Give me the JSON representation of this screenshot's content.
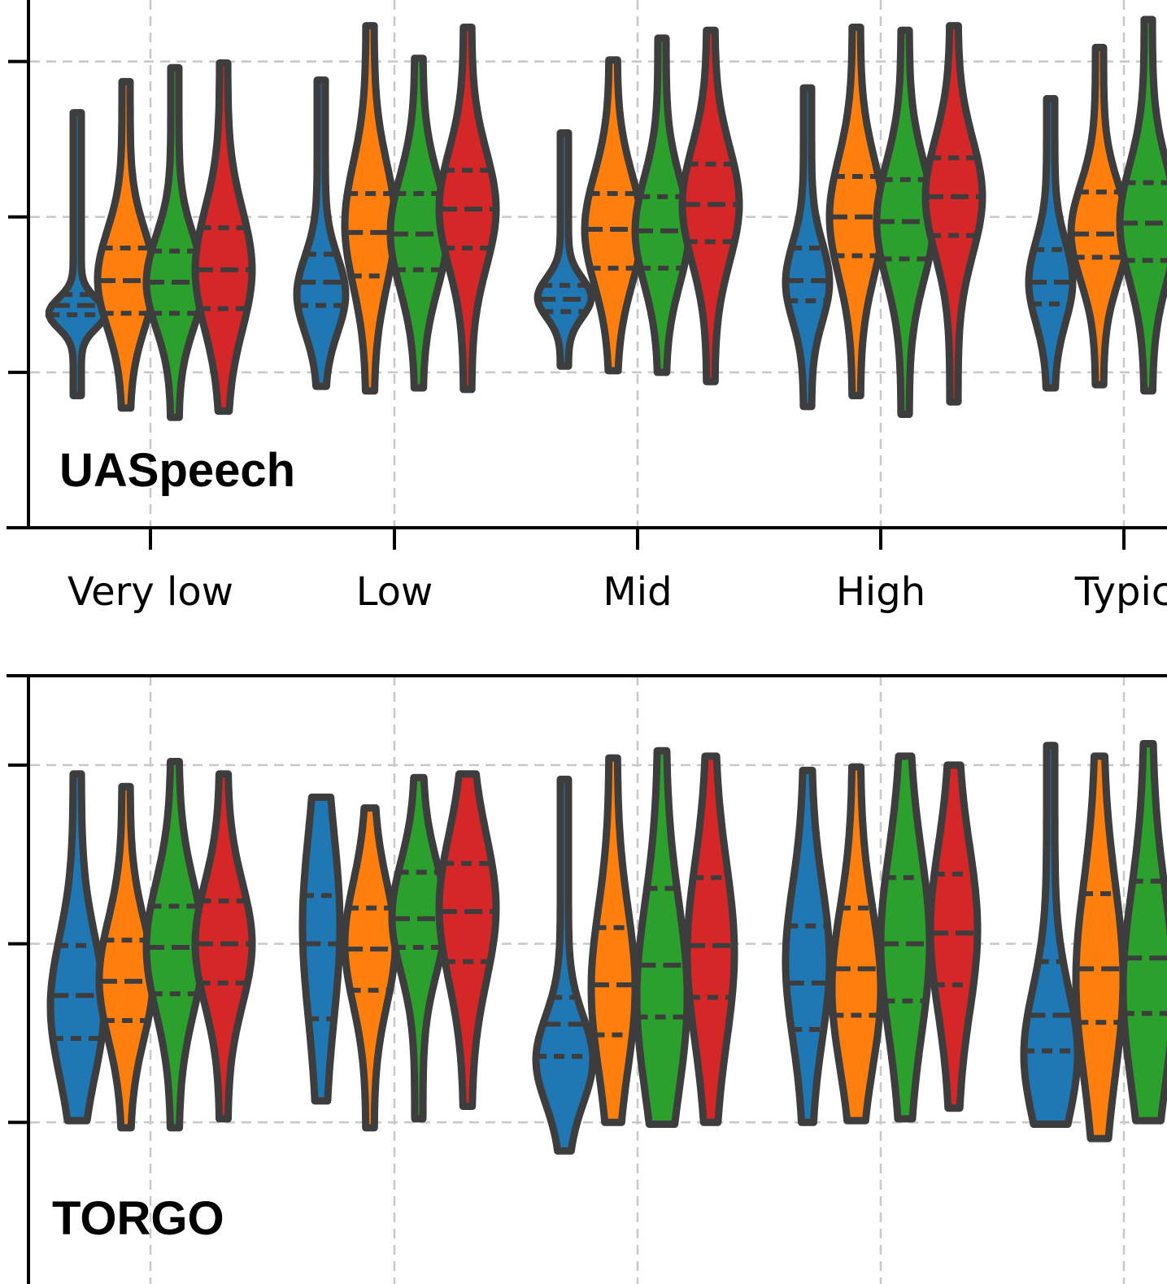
{
  "chart_data": {
    "type": "violin",
    "categories": [
      "Very low",
      "Low",
      "Mid",
      "High",
      "Typic"
    ],
    "colors": [
      "#1f77b4",
      "#ff7f0e",
      "#2ca02c",
      "#d62728"
    ],
    "grid": true,
    "panels": [
      {
        "label": "UASpeech",
        "ylim": [
          -1.0,
          2.5
        ],
        "groups": [
          [
            {
              "min": -0.15,
              "max": 1.67,
              "q1": 0.37,
              "median": 0.43,
              "q3": 0.5,
              "peak": 0.38,
              "width": 30
            },
            {
              "min": -0.23,
              "max": 1.87,
              "q1": 0.38,
              "median": 0.59,
              "q3": 0.8,
              "peak": 0.6,
              "width": 30
            },
            {
              "min": -0.29,
              "max": 1.96,
              "q1": 0.38,
              "median": 0.58,
              "q3": 0.78,
              "peak": 0.58,
              "width": 30
            },
            {
              "min": -0.25,
              "max": 1.99,
              "q1": 0.41,
              "median": 0.66,
              "q3": 0.93,
              "peak": 0.66,
              "width": 30
            }
          ],
          [
            {
              "min": -0.09,
              "max": 1.88,
              "q1": 0.43,
              "median": 0.58,
              "q3": 0.76,
              "peak": 0.5,
              "width": 25
            },
            {
              "min": -0.12,
              "max": 2.23,
              "q1": 0.62,
              "median": 0.9,
              "q3": 1.15,
              "peak": 0.95,
              "width": 26
            },
            {
              "min": -0.1,
              "max": 2.02,
              "q1": 0.66,
              "median": 0.89,
              "q3": 1.15,
              "peak": 0.9,
              "width": 30
            },
            {
              "min": -0.11,
              "max": 2.22,
              "q1": 0.8,
              "median": 1.05,
              "q3": 1.3,
              "peak": 1.05,
              "width": 30
            }
          ],
          [
            {
              "min": 0.04,
              "max": 1.54,
              "q1": 0.39,
              "median": 0.47,
              "q3": 0.56,
              "peak": 0.48,
              "width": 28
            },
            {
              "min": 0.01,
              "max": 2.01,
              "q1": 0.67,
              "median": 0.92,
              "q3": 1.15,
              "peak": 0.92,
              "width": 30
            },
            {
              "min": 0.0,
              "max": 2.15,
              "q1": 0.67,
              "median": 0.91,
              "q3": 1.13,
              "peak": 0.91,
              "width": 28
            },
            {
              "min": -0.06,
              "max": 2.2,
              "q1": 0.84,
              "median": 1.08,
              "q3": 1.34,
              "peak": 1.08,
              "width": 30
            }
          ],
          [
            {
              "min": -0.22,
              "max": 1.83,
              "q1": 0.46,
              "median": 0.59,
              "q3": 0.8,
              "peak": 0.58,
              "width": 22
            },
            {
              "min": -0.15,
              "max": 2.22,
              "q1": 0.75,
              "median": 1.0,
              "q3": 1.26,
              "peak": 1.0,
              "width": 28
            },
            {
              "min": -0.27,
              "max": 2.2,
              "q1": 0.73,
              "median": 0.97,
              "q3": 1.24,
              "peak": 0.97,
              "width": 30
            },
            {
              "min": -0.19,
              "max": 2.23,
              "q1": 0.88,
              "median": 1.13,
              "q3": 1.38,
              "peak": 1.13,
              "width": 30
            }
          ],
          [
            {
              "min": -0.1,
              "max": 1.76,
              "q1": 0.44,
              "median": 0.58,
              "q3": 0.79,
              "peak": 0.58,
              "width": 22
            },
            {
              "min": -0.08,
              "max": 2.09,
              "q1": 0.74,
              "median": 0.89,
              "q3": 1.16,
              "peak": 0.9,
              "width": 30
            },
            {
              "min": -0.12,
              "max": 2.27,
              "q1": 0.72,
              "median": 0.96,
              "q3": 1.22,
              "peak": 0.96,
              "width": 30
            }
          ]
        ]
      },
      {
        "label": "TORGO",
        "ylim": [
          -1.0,
          2.5
        ],
        "groups": [
          [
            {
              "min": 0.01,
              "max": 1.95,
              "q1": 0.47,
              "median": 0.71,
              "q3": 0.99,
              "peak": 0.65,
              "width": 28
            },
            {
              "min": -0.03,
              "max": 1.88,
              "q1": 0.57,
              "median": 0.79,
              "q3": 1.02,
              "peak": 0.8,
              "width": 28
            },
            {
              "min": -0.03,
              "max": 2.02,
              "q1": 0.72,
              "median": 0.98,
              "q3": 1.21,
              "peak": 0.98,
              "width": 30
            },
            {
              "min": 0.02,
              "max": 1.95,
              "q1": 0.78,
              "median": 1.0,
              "q3": 1.24,
              "peak": 1.0,
              "width": 30
            }
          ],
          [
            {
              "min": 0.12,
              "max": 1.82,
              "q1": 0.58,
              "median": 1.0,
              "q3": 1.27,
              "peak": 1.1,
              "width": 18
            },
            {
              "min": -0.03,
              "max": 1.76,
              "q1": 0.74,
              "median": 0.97,
              "q3": 1.2,
              "peak": 1.0,
              "width": 26
            },
            {
              "min": 0.02,
              "max": 1.93,
              "q1": 0.98,
              "median": 1.14,
              "q3": 1.4,
              "peak": 1.15,
              "width": 28
            },
            {
              "min": 0.09,
              "max": 1.95,
              "q1": 0.9,
              "median": 1.18,
              "q3": 1.45,
              "peak": 1.2,
              "width": 30
            }
          ],
          [
            {
              "min": -0.16,
              "max": 1.92,
              "q1": 0.37,
              "median": 0.55,
              "q3": 0.7,
              "peak": 0.35,
              "width": 30
            },
            {
              "min": 0.0,
              "max": 2.04,
              "q1": 0.49,
              "median": 0.77,
              "q3": 1.09,
              "peak": 0.75,
              "width": 22
            },
            {
              "min": -0.01,
              "max": 2.08,
              "q1": 0.59,
              "median": 0.88,
              "q3": 1.31,
              "peak": 0.7,
              "width": 26
            },
            {
              "min": 0.0,
              "max": 2.05,
              "q1": 0.7,
              "median": 0.99,
              "q3": 1.37,
              "peak": 0.95,
              "width": 24
            }
          ],
          [
            {
              "min": 0.0,
              "max": 1.97,
              "q1": 0.52,
              "median": 0.78,
              "q3": 1.1,
              "peak": 0.9,
              "width": 22
            },
            {
              "min": 0.01,
              "max": 1.99,
              "q1": 0.6,
              "median": 0.86,
              "q3": 1.2,
              "peak": 0.75,
              "width": 25
            },
            {
              "min": 0.02,
              "max": 2.05,
              "q1": 0.68,
              "median": 1.0,
              "q3": 1.37,
              "peak": 1.0,
              "width": 25
            },
            {
              "min": 0.08,
              "max": 2.0,
              "q1": 0.77,
              "median": 1.06,
              "q3": 1.39,
              "peak": 1.08,
              "width": 24
            }
          ],
          [
            {
              "min": -0.01,
              "max": 2.11,
              "q1": 0.4,
              "median": 0.6,
              "q3": 0.9,
              "peak": 0.38,
              "width": 28
            },
            {
              "min": -0.09,
              "max": 2.05,
              "q1": 0.56,
              "median": 0.86,
              "q3": 1.28,
              "peak": 0.8,
              "width": 24
            },
            {
              "min": 0.01,
              "max": 2.12,
              "q1": 0.61,
              "median": 0.92,
              "q3": 1.35,
              "peak": 0.75,
              "width": 26
            }
          ]
        ]
      }
    ]
  }
}
